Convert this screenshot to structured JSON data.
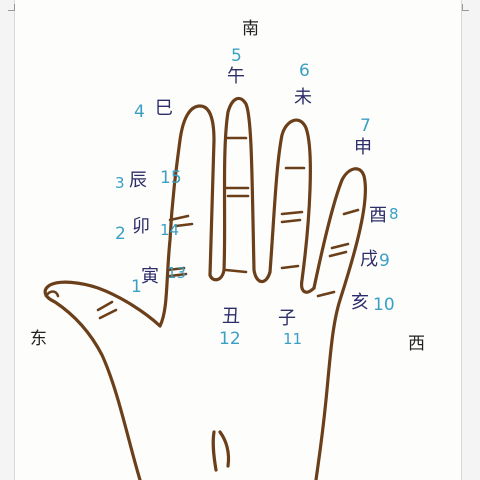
{
  "directions": {
    "south": "南",
    "east": "东",
    "west": "西"
  },
  "branches": [
    {
      "char": "巳",
      "num": "4"
    },
    {
      "char": "午",
      "num": "5"
    },
    {
      "char": "未",
      "num": "6"
    },
    {
      "char": "申",
      "num": "7"
    },
    {
      "char": "酉",
      "num": "8"
    },
    {
      "char": "戌",
      "num": "9"
    },
    {
      "char": "亥",
      "num": "10"
    },
    {
      "char": "子",
      "num": "11"
    },
    {
      "char": "丑",
      "num": "12"
    },
    {
      "char": "寅",
      "num": "1"
    },
    {
      "char": "卯",
      "num": "2"
    },
    {
      "char": "辰",
      "num": "3"
    }
  ],
  "extra_numbers": {
    "n13": "13",
    "n14": "14",
    "n15": "15"
  },
  "colors": {
    "outline": "#6b3f1a",
    "branch_text": "#2d2d6a",
    "number_text": "#3a9fc4"
  }
}
